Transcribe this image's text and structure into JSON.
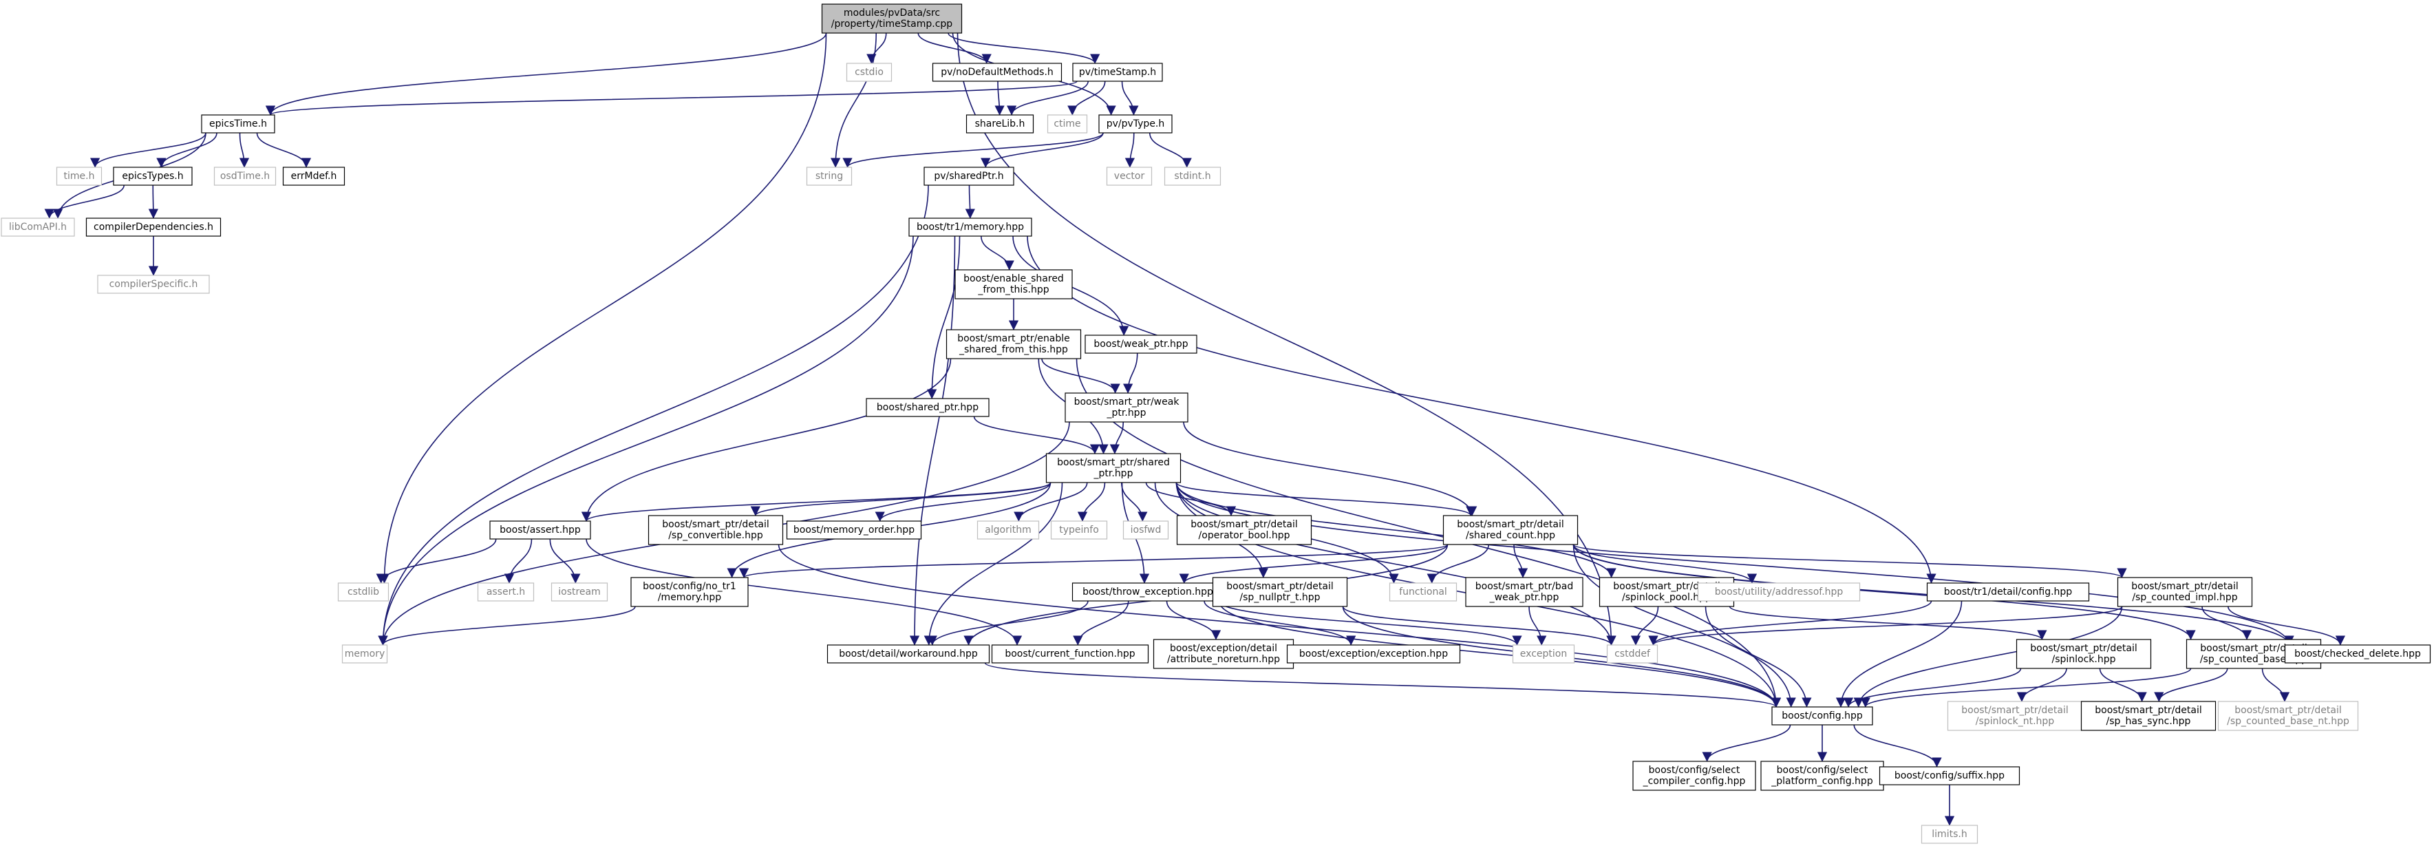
{
  "diagram": {
    "colors": {
      "edge": "#191970",
      "node_border": "#000000",
      "node_fill": "#ffffff",
      "root_fill": "#bfbfbf",
      "system_header_border": "#bfbfbf",
      "system_header_text": "#7f7f7f"
    },
    "nodes": [
      {
        "id": "root",
        "lines": [
          "modules/pvData/src",
          "/property/timeStamp.cpp"
        ],
        "kind": "root"
      },
      {
        "id": "epicsTime",
        "lines": [
          "epicsTime.h"
        ],
        "kind": "local"
      },
      {
        "id": "cstdlib",
        "lines": [
          "cstdlib"
        ],
        "kind": "system"
      },
      {
        "id": "string",
        "lines": [
          "string"
        ],
        "kind": "system"
      },
      {
        "id": "cstdio",
        "lines": [
          "cstdio"
        ],
        "kind": "system"
      },
      {
        "id": "noDefault",
        "lines": [
          "pv/noDefaultMethods.h"
        ],
        "kind": "local"
      },
      {
        "id": "pvTimeStamp",
        "lines": [
          "pv/timeStamp.h"
        ],
        "kind": "local"
      },
      {
        "id": "pvType",
        "lines": [
          "pv/pvType.h"
        ],
        "kind": "local"
      },
      {
        "id": "cstddef",
        "lines": [
          "cstddef"
        ],
        "kind": "system"
      },
      {
        "id": "timeh",
        "lines": [
          "time.h"
        ],
        "kind": "system"
      },
      {
        "id": "epicsTypes",
        "lines": [
          "epicsTypes.h"
        ],
        "kind": "local"
      },
      {
        "id": "osdTime",
        "lines": [
          "osdTime.h"
        ],
        "kind": "system"
      },
      {
        "id": "errMdef",
        "lines": [
          "errMdef.h"
        ],
        "kind": "local"
      },
      {
        "id": "libComAPI",
        "lines": [
          "libComAPI.h"
        ],
        "kind": "system"
      },
      {
        "id": "compilerDep",
        "lines": [
          "compilerDependencies.h"
        ],
        "kind": "local"
      },
      {
        "id": "compilerSpec",
        "lines": [
          "compilerSpecific.h"
        ],
        "kind": "system"
      },
      {
        "id": "shareLib",
        "lines": [
          "shareLib.h"
        ],
        "kind": "local"
      },
      {
        "id": "ctime",
        "lines": [
          "ctime"
        ],
        "kind": "system"
      },
      {
        "id": "vector",
        "lines": [
          "vector"
        ],
        "kind": "system"
      },
      {
        "id": "stdint",
        "lines": [
          "stdint.h"
        ],
        "kind": "system"
      },
      {
        "id": "sharedPtr",
        "lines": [
          "pv/sharedPtr.h"
        ],
        "kind": "local"
      },
      {
        "id": "tr1memory",
        "lines": [
          "boost/tr1/memory.hpp"
        ],
        "kind": "local"
      },
      {
        "id": "memory",
        "lines": [
          "memory"
        ],
        "kind": "system"
      },
      {
        "id": "enableShared",
        "lines": [
          "boost/enable_shared",
          "_from_this.hpp"
        ],
        "kind": "local"
      },
      {
        "id": "spEnableShared",
        "lines": [
          "boost/smart_ptr/enable",
          "_shared_from_this.hpp"
        ],
        "kind": "local"
      },
      {
        "id": "weakPtr",
        "lines": [
          "boost/weak_ptr.hpp"
        ],
        "kind": "local"
      },
      {
        "id": "sharedPtrHpp",
        "lines": [
          "boost/shared_ptr.hpp"
        ],
        "kind": "local"
      },
      {
        "id": "spWeakPtr",
        "lines": [
          "boost/smart_ptr/weak",
          "_ptr.hpp"
        ],
        "kind": "local"
      },
      {
        "id": "spSharedPtr",
        "lines": [
          "boost/smart_ptr/shared",
          "_ptr.hpp"
        ],
        "kind": "local"
      },
      {
        "id": "assert",
        "lines": [
          "boost/assert.hpp"
        ],
        "kind": "local"
      },
      {
        "id": "spConvertible",
        "lines": [
          "boost/smart_ptr/detail",
          "/sp_convertible.hpp"
        ],
        "kind": "local"
      },
      {
        "id": "memoryOrder",
        "lines": [
          "boost/memory_order.hpp"
        ],
        "kind": "local"
      },
      {
        "id": "algorithm",
        "lines": [
          "algorithm"
        ],
        "kind": "system"
      },
      {
        "id": "typeinfo",
        "lines": [
          "typeinfo"
        ],
        "kind": "system"
      },
      {
        "id": "iosfwd",
        "lines": [
          "iosfwd"
        ],
        "kind": "system"
      },
      {
        "id": "operatorBool",
        "lines": [
          "boost/smart_ptr/detail",
          "/operator_bool.hpp"
        ],
        "kind": "local"
      },
      {
        "id": "sharedCount",
        "lines": [
          "boost/smart_ptr/detail",
          "/shared_count.hpp"
        ],
        "kind": "local"
      },
      {
        "id": "assertH",
        "lines": [
          "assert.h"
        ],
        "kind": "system"
      },
      {
        "id": "iostream",
        "lines": [
          "iostream"
        ],
        "kind": "system"
      },
      {
        "id": "noTr1Memory",
        "lines": [
          "boost/config/no_tr1",
          "/memory.hpp"
        ],
        "kind": "local"
      },
      {
        "id": "throwException",
        "lines": [
          "boost/throw_exception.hpp"
        ],
        "kind": "local"
      },
      {
        "id": "spNullptr",
        "lines": [
          "boost/smart_ptr/detail",
          "/sp_nullptr_t.hpp"
        ],
        "kind": "local"
      },
      {
        "id": "functional",
        "lines": [
          "functional"
        ],
        "kind": "system"
      },
      {
        "id": "badWeakPtr",
        "lines": [
          "boost/smart_ptr/bad",
          "_weak_ptr.hpp"
        ],
        "kind": "local"
      },
      {
        "id": "spinlockPool",
        "lines": [
          "boost/smart_ptr/detail",
          "/spinlock_pool.hpp"
        ],
        "kind": "local"
      },
      {
        "id": "addressof",
        "lines": [
          "boost/utility/addressof.hpp"
        ],
        "kind": "system"
      },
      {
        "id": "tr1Config",
        "lines": [
          "boost/tr1/detail/config.hpp"
        ],
        "kind": "local"
      },
      {
        "id": "spCountedImpl",
        "lines": [
          "boost/smart_ptr/detail",
          "/sp_counted_impl.hpp"
        ],
        "kind": "local"
      },
      {
        "id": "workaround",
        "lines": [
          "boost/detail/workaround.hpp"
        ],
        "kind": "local"
      },
      {
        "id": "currentFunction",
        "lines": [
          "boost/current_function.hpp"
        ],
        "kind": "local"
      },
      {
        "id": "attrNoreturn",
        "lines": [
          "boost/exception/detail",
          "/attribute_noreturn.hpp"
        ],
        "kind": "local"
      },
      {
        "id": "exceptionHpp",
        "lines": [
          "boost/exception/exception.hpp"
        ],
        "kind": "local"
      },
      {
        "id": "exception",
        "lines": [
          "exception"
        ],
        "kind": "system"
      },
      {
        "id": "spinlock",
        "lines": [
          "boost/smart_ptr/detail",
          "/spinlock.hpp"
        ],
        "kind": "local"
      },
      {
        "id": "spCountedBase",
        "lines": [
          "boost/smart_ptr/detail",
          "/sp_counted_base.hpp"
        ],
        "kind": "local"
      },
      {
        "id": "checkedDelete",
        "lines": [
          "boost/checked_delete.hpp"
        ],
        "kind": "local"
      },
      {
        "id": "config",
        "lines": [
          "boost/config.hpp"
        ],
        "kind": "local"
      },
      {
        "id": "spinlockNt",
        "lines": [
          "boost/smart_ptr/detail",
          "/spinlock_nt.hpp"
        ],
        "kind": "system"
      },
      {
        "id": "spHasSync",
        "lines": [
          "boost/smart_ptr/detail",
          "/sp_has_sync.hpp"
        ],
        "kind": "local"
      },
      {
        "id": "spCountedBaseNt",
        "lines": [
          "boost/smart_ptr/detail",
          "/sp_counted_base_nt.hpp"
        ],
        "kind": "system"
      },
      {
        "id": "selectCompiler",
        "lines": [
          "boost/config/select",
          "_compiler_config.hpp"
        ],
        "kind": "local"
      },
      {
        "id": "selectPlatform",
        "lines": [
          "boost/config/select",
          "_platform_config.hpp"
        ],
        "kind": "local"
      },
      {
        "id": "suffix",
        "lines": [
          "boost/config/suffix.hpp"
        ],
        "kind": "local"
      },
      {
        "id": "limits",
        "lines": [
          "limits.h"
        ],
        "kind": "system"
      }
    ],
    "edges": [
      [
        "root",
        "epicsTime"
      ],
      [
        "root",
        "cstdlib"
      ],
      [
        "root",
        "string"
      ],
      [
        "root",
        "cstdio"
      ],
      [
        "root",
        "noDefault"
      ],
      [
        "root",
        "pvTimeStamp"
      ],
      [
        "root",
        "pvType"
      ],
      [
        "root",
        "cstddef"
      ],
      [
        "epicsTime",
        "timeh"
      ],
      [
        "epicsTime",
        "epicsTypes"
      ],
      [
        "epicsTime",
        "osdTime"
      ],
      [
        "epicsTime",
        "errMdef"
      ],
      [
        "epicsTime",
        "libComAPI"
      ],
      [
        "epicsTypes",
        "libComAPI"
      ],
      [
        "epicsTypes",
        "compilerDep"
      ],
      [
        "compilerDep",
        "compilerSpec"
      ],
      [
        "noDefault",
        "shareLib"
      ],
      [
        "pvTimeStamp",
        "epicsTime"
      ],
      [
        "pvTimeStamp",
        "shareLib"
      ],
      [
        "pvTimeStamp",
        "ctime"
      ],
      [
        "pvTimeStamp",
        "pvType"
      ],
      [
        "pvType",
        "string"
      ],
      [
        "pvType",
        "vector"
      ],
      [
        "pvType",
        "stdint"
      ],
      [
        "pvType",
        "sharedPtr"
      ],
      [
        "sharedPtr",
        "tr1memory"
      ],
      [
        "sharedPtr",
        "memory"
      ],
      [
        "tr1memory",
        "memory"
      ],
      [
        "tr1memory",
        "enableShared"
      ],
      [
        "tr1memory",
        "weakPtr"
      ],
      [
        "tr1memory",
        "sharedPtrHpp"
      ],
      [
        "tr1memory",
        "workaround"
      ],
      [
        "tr1memory",
        "tr1Config"
      ],
      [
        "enableShared",
        "spEnableShared"
      ],
      [
        "spEnableShared",
        "spWeakPtr"
      ],
      [
        "spEnableShared",
        "spSharedPtr"
      ],
      [
        "spEnableShared",
        "assert"
      ],
      [
        "spEnableShared",
        "config"
      ],
      [
        "weakPtr",
        "spWeakPtr"
      ],
      [
        "sharedPtrHpp",
        "spSharedPtr"
      ],
      [
        "spWeakPtr",
        "spSharedPtr"
      ],
      [
        "spWeakPtr",
        "memory"
      ],
      [
        "spWeakPtr",
        "sharedCount"
      ],
      [
        "spSharedPtr",
        "assert"
      ],
      [
        "spSharedPtr",
        "spConvertible"
      ],
      [
        "spSharedPtr",
        "memoryOrder"
      ],
      [
        "spSharedPtr",
        "algorithm"
      ],
      [
        "spSharedPtr",
        "typeinfo"
      ],
      [
        "spSharedPtr",
        "iosfwd"
      ],
      [
        "spSharedPtr",
        "operatorBool"
      ],
      [
        "spSharedPtr",
        "sharedCount"
      ],
      [
        "spSharedPtr",
        "noTr1Memory"
      ],
      [
        "spSharedPtr",
        "throwException"
      ],
      [
        "spSharedPtr",
        "spNullptr"
      ],
      [
        "spSharedPtr",
        "functional"
      ],
      [
        "spSharedPtr",
        "workaround"
      ],
      [
        "spSharedPtr",
        "config"
      ],
      [
        "spSharedPtr",
        "cstddef"
      ],
      [
        "spSharedPtr",
        "checkedDelete"
      ],
      [
        "spSharedPtr",
        "spinlockPool"
      ],
      [
        "assert",
        "cstdlib"
      ],
      [
        "assert",
        "assertH"
      ],
      [
        "assert",
        "iostream"
      ],
      [
        "assert",
        "currentFunction"
      ],
      [
        "spConvertible",
        "config"
      ],
      [
        "sharedCount",
        "functional"
      ],
      [
        "sharedCount",
        "badWeakPtr"
      ],
      [
        "sharedCount",
        "addressof"
      ],
      [
        "sharedCount",
        "throwException"
      ],
      [
        "sharedCount",
        "spCountedImpl"
      ],
      [
        "sharedCount",
        "spCountedBase"
      ],
      [
        "sharedCount",
        "checkedDelete"
      ],
      [
        "sharedCount",
        "workaround"
      ],
      [
        "sharedCount",
        "noTr1Memory"
      ],
      [
        "sharedCount",
        "config"
      ],
      [
        "noTr1Memory",
        "memory"
      ],
      [
        "throwException",
        "workaround"
      ],
      [
        "throwException",
        "currentFunction"
      ],
      [
        "throwException",
        "attrNoreturn"
      ],
      [
        "throwException",
        "exceptionHpp"
      ],
      [
        "throwException",
        "exception"
      ],
      [
        "throwException",
        "config"
      ],
      [
        "spNullptr",
        "cstddef"
      ],
      [
        "spNullptr",
        "config"
      ],
      [
        "badWeakPtr",
        "exception"
      ],
      [
        "spinlockPool",
        "cstddef"
      ],
      [
        "spinlockPool",
        "spinlock"
      ],
      [
        "spinlockPool",
        "config"
      ],
      [
        "tr1Config",
        "config"
      ],
      [
        "tr1Config",
        "cstddef"
      ],
      [
        "spCountedImpl",
        "spCountedBase"
      ],
      [
        "spCountedImpl",
        "checkedDelete"
      ],
      [
        "spCountedImpl",
        "cstddef"
      ],
      [
        "spCountedImpl",
        "config"
      ],
      [
        "spinlock",
        "config"
      ],
      [
        "spinlock",
        "spinlockNt"
      ],
      [
        "spinlock",
        "spHasSync"
      ],
      [
        "spCountedBase",
        "spHasSync"
      ],
      [
        "spCountedBase",
        "spCountedBaseNt"
      ],
      [
        "spCountedBase",
        "config"
      ],
      [
        "workaround",
        "config"
      ],
      [
        "config",
        "selectCompiler"
      ],
      [
        "config",
        "selectPlatform"
      ],
      [
        "config",
        "suffix"
      ],
      [
        "suffix",
        "limits"
      ]
    ]
  }
}
